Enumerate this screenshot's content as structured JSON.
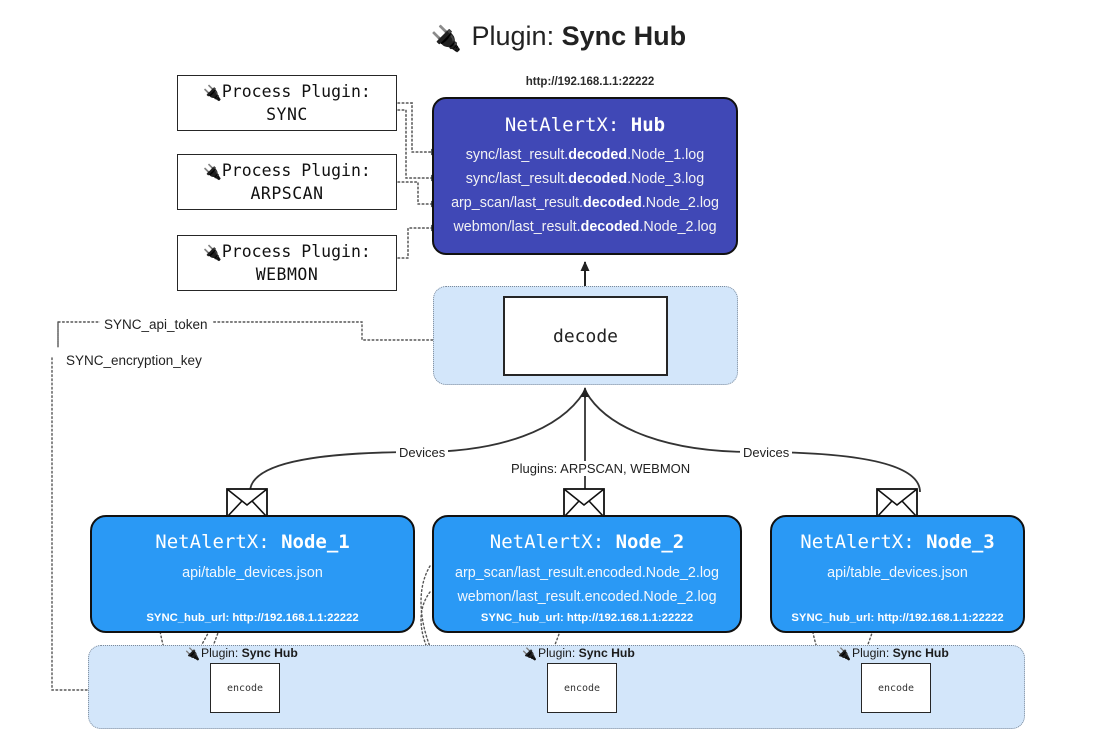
{
  "title": {
    "icon": "plug-icon",
    "prefix": "Plugin:",
    "name": "Sync Hub"
  },
  "process_plugins": [
    {
      "icon": "plug-icon",
      "header": "Process Plugin:",
      "name": "SYNC"
    },
    {
      "icon": "plug-icon",
      "header": "Process Plugin:",
      "name": "ARPSCAN"
    },
    {
      "icon": "plug-icon",
      "header": "Process Plugin:",
      "name": "WEBMON"
    }
  ],
  "hub": {
    "url": "http://192.168.1.1:22222",
    "label_prefix": "NetAlertX:",
    "label_name": "Hub",
    "logs": [
      {
        "pre": "sync/last_result.",
        "em": "decoded",
        "post": ".Node_1.log"
      },
      {
        "pre": "sync/last_result.",
        "em": "decoded",
        "post": ".Node_3.log"
      },
      {
        "pre": "arp_scan/last_result.",
        "em": "decoded",
        "post": ".Node_2.log"
      },
      {
        "pre": "webmon/last_result.",
        "em": "decoded",
        "post": ".Node_2.log"
      }
    ]
  },
  "decode": {
    "label": "decode"
  },
  "keys": {
    "api_token": "SYNC_api_token",
    "encryption_key": "SYNC_encryption_key"
  },
  "flow_labels": {
    "devices_left": "Devices",
    "devices_right": "Devices",
    "plugins_center": "Plugins: ARPSCAN, WEBMON"
  },
  "nodes": [
    {
      "label_prefix": "NetAlertX:",
      "label_name": "Node_1",
      "lines": [
        "api/table_devices.json"
      ],
      "footer": "SYNC_hub_url: http://192.168.1.1:22222",
      "icon": "envelope-icon"
    },
    {
      "label_prefix": "NetAlertX:",
      "label_name": "Node_2",
      "lines": [
        "arp_scan/last_result.encoded.Node_2.log",
        "webmon/last_result.encoded.Node_2.log"
      ],
      "footer": "SYNC_hub_url: http://192.168.1.1:22222",
      "icon": "envelope-icon"
    },
    {
      "label_prefix": "NetAlertX:",
      "label_name": "Node_3",
      "lines": [
        "api/table_devices.json"
      ],
      "footer": "SYNC_hub_url: http://192.168.1.1:22222",
      "icon": "envelope-icon"
    }
  ],
  "encoders": [
    {
      "caption_prefix": "Plugin:",
      "caption_name": "Sync Hub",
      "box_label": "encode",
      "icon": "plug-icon"
    },
    {
      "caption_prefix": "Plugin:",
      "caption_name": "Sync Hub",
      "box_label": "encode",
      "icon": "plug-icon"
    },
    {
      "caption_prefix": "Plugin:",
      "caption_name": "Sync Hub",
      "box_label": "encode",
      "icon": "plug-icon"
    }
  ],
  "colors": {
    "hub_fill": "#4048b6",
    "node_fill": "#2a99f5",
    "band_fill": "#d3e6fa",
    "stroke": "#111111",
    "dotted_stroke": "#7d8a99",
    "background": "#ffffff"
  }
}
